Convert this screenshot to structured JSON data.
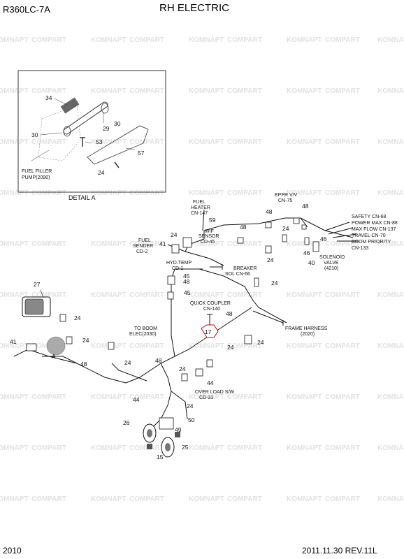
{
  "header": {
    "model": "R360LC-7A",
    "title": "RH ELECTRIC"
  },
  "footer": {
    "page": "2010",
    "revision": "2011.11.30  REV.11L"
  },
  "watermark": {
    "left": "KOMNAPT",
    "right": "COMPART"
  },
  "detail": {
    "title": "DETAIL  A",
    "fuel_filler": [
      "FUEL FILLER",
      "PUMP(2090)"
    ],
    "callouts": [
      "34",
      "29",
      "30",
      "30",
      "53",
      "57",
      "24"
    ]
  },
  "labels": {
    "eppr": [
      "EPPR V/V",
      "CN-75"
    ],
    "fuel_heater": [
      "FUEL",
      "HEATER",
      "CN-147"
    ],
    "wif_sensor": [
      "WIF",
      "SENSOR",
      "CD-45"
    ],
    "fuel_sender": [
      "FUEL",
      "SENDER",
      "CD-2"
    ],
    "hyd_temp": [
      "HYD.TEMP",
      "CD-1"
    ],
    "breaker": [
      "BREAKER",
      "SOL CN-66"
    ],
    "quick_coupler": [
      "QUICK COUPLER",
      "CN-140"
    ],
    "to_boom": [
      "TO BOOM",
      "ELEC(2030)"
    ],
    "frame_harness": [
      "FRAME HARNESS",
      "(2020)"
    ],
    "over_load": [
      "OVER LOAD S/W",
      "CD-31"
    ],
    "solenoid": [
      "SOLENOID",
      "VALVE",
      "(4210)"
    ],
    "safety_list": [
      "SAFETY CN-68",
      "POWER MAX CN-88",
      "MAX FLOW CN-137",
      "TRAVEL CN-70",
      "BOOM PRIORITY",
      "CN-133"
    ],
    "detail_marker": "A"
  },
  "callouts": {
    "c48a": "48",
    "c48b": "48",
    "c48c": "48",
    "c48d": "48",
    "c48e": "48",
    "c48f": "48",
    "c48g": "48",
    "c24a": "24",
    "c24b": "24",
    "c24c": "24",
    "c24d": "24",
    "c24e": "24",
    "c24f": "24",
    "c24g": "24",
    "c24h": "24",
    "c24i": "24",
    "c46a": "46",
    "c46b": "46",
    "c45a": "45",
    "c45b": "45",
    "c41a": "41",
    "c41b": "41",
    "c44a": "44",
    "c44b": "44",
    "c59": "59",
    "c40": "40",
    "c27": "27",
    "c17": "17",
    "c26": "26",
    "c49": "49",
    "c25": "25",
    "c15": "15",
    "c50": "50"
  }
}
